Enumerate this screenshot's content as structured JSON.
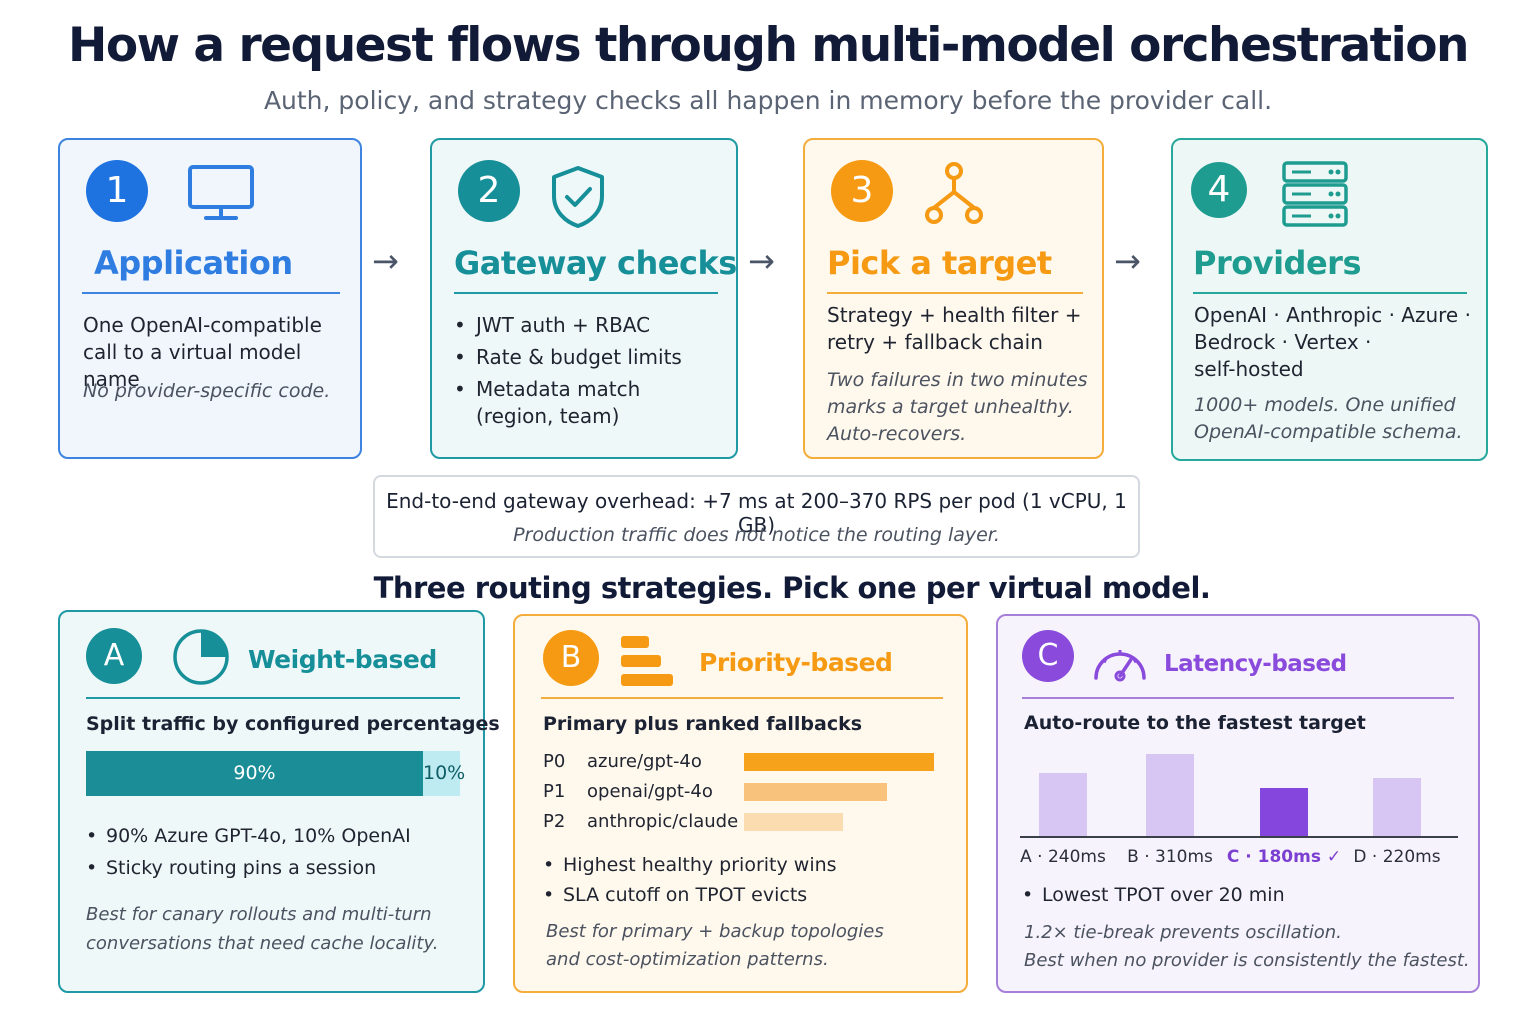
{
  "title": "How a request flows through multi-model orchestration",
  "subtitle": "Auth, policy, and strategy checks all happen in memory before the provider call.",
  "arrow": "→",
  "steps": [
    {
      "number": "1",
      "name": "Application",
      "icon": "monitor-icon",
      "color": "#2f7de1",
      "text_lines": [
        "One OpenAI-compatible",
        "call to a virtual model name"
      ],
      "note_lines": [
        "No provider-specific code."
      ]
    },
    {
      "number": "2",
      "name": "Gateway checks",
      "icon": "shield-check-icon",
      "color": "#168f99",
      "bullets": [
        "JWT auth + RBAC",
        "Rate & budget limits",
        "Metadata match",
        "(region, team)"
      ]
    },
    {
      "number": "3",
      "name": "Pick a target",
      "icon": "branch-icon",
      "color": "#f59a12",
      "text_lines": [
        "Strategy + health filter +",
        "retry + fallback chain"
      ],
      "note_lines": [
        "Two failures in two minutes",
        "marks a target unhealthy.",
        "Auto-recovers."
      ]
    },
    {
      "number": "4",
      "name": "Providers",
      "icon": "server-rack-icon",
      "color": "#1f9c90",
      "text_lines": [
        "OpenAI · Anthropic · Azure ·",
        "Bedrock · Vertex ·",
        "self-hosted"
      ],
      "note_lines": [
        "1000+ models. One unified",
        "OpenAI-compatible schema."
      ]
    }
  ],
  "overhead": {
    "line1": "End-to-end gateway overhead: +7 ms at 200–370 RPS per pod (1 vCPU, 1 GB)",
    "line2": "Production traffic does not notice the routing layer."
  },
  "strategies_heading": "Three routing strategies. Pick one per virtual model.",
  "strategies": {
    "weight": {
      "letter": "A",
      "name": "Weight-based",
      "icon": "pie-chart-icon",
      "color": "#168f99",
      "subtitle": "Split traffic by configured percentages",
      "split": [
        {
          "label": "90%",
          "value": 0.9
        },
        {
          "label": "10%",
          "value": 0.1
        }
      ],
      "bullets": [
        "90% Azure GPT-4o, 10% OpenAI",
        "Sticky routing pins a session"
      ],
      "note_lines": [
        "Best for canary rollouts and multi-turn",
        "conversations that need cache locality."
      ]
    },
    "priority": {
      "letter": "B",
      "name": "Priority-based",
      "icon": "stacked-bars-icon",
      "color": "#f59a12",
      "subtitle": "Primary plus ranked fallbacks",
      "rows": [
        {
          "level": "P0",
          "model": "azure/gpt-4o",
          "value": 1.0,
          "color": "#f7a21b"
        },
        {
          "level": "P1",
          "model": "openai/gpt-4o",
          "value": 0.75,
          "color": "#f9c27c"
        },
        {
          "level": "P2",
          "model": "anthropic/claude",
          "value": 0.52,
          "color": "#fbdcb1"
        }
      ],
      "bullets": [
        "Highest healthy priority wins",
        "SLA cutoff on TPOT evicts"
      ],
      "note_lines": [
        "Best for primary + backup topologies",
        "and cost-optimization patterns."
      ]
    },
    "latency": {
      "letter": "C",
      "name": "Latency-based",
      "icon": "speedometer-icon",
      "color": "#8a4bdc",
      "subtitle": "Auto-route to the fastest target",
      "chart_data": {
        "type": "bar",
        "categories": [
          "A",
          "B",
          "C",
          "D"
        ],
        "values": [
          240,
          310,
          180,
          220
        ],
        "unit": "ms",
        "labels": [
          "A · 240ms",
          "B · 310ms",
          "C · 180ms ✓",
          "D · 220ms"
        ],
        "winner_index": 2,
        "colors": [
          "#d7c6f3",
          "#d7c6f3",
          "#8446dc",
          "#d7c6f3"
        ]
      },
      "bullets": [
        "Lowest TPOT over 20 min"
      ],
      "note_lines": [
        "1.2× tie-break prevents oscillation.",
        "Best when no provider is consistently the fastest."
      ]
    }
  }
}
